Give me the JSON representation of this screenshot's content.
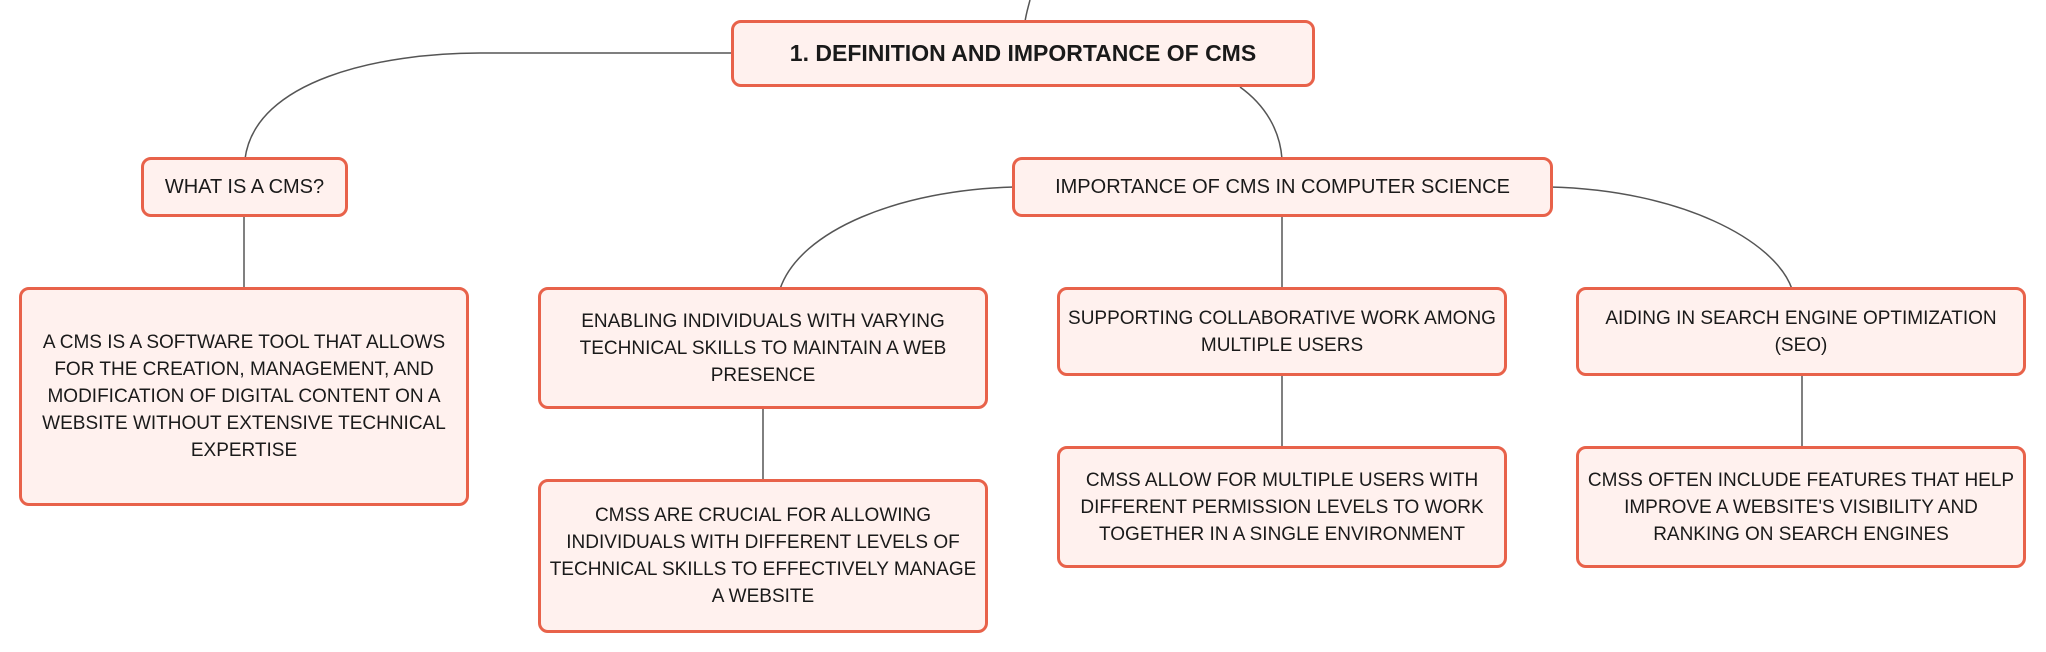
{
  "colors": {
    "accent": "#e8624a",
    "node_fill": "#fff1ee",
    "connector": "#555555"
  },
  "mindmap": {
    "root": "1. DEFINITION AND IMPORTANCE OF CMS",
    "what_is": {
      "title": "WHAT IS A CMS?",
      "detail": "A CMS IS A SOFTWARE TOOL THAT ALLOWS FOR THE CREATION, MANAGEMENT, AND MODIFICATION OF DIGITAL CONTENT ON A WEBSITE WITHOUT EXTENSIVE TECHNICAL EXPERTISE"
    },
    "importance": {
      "title": "IMPORTANCE OF CMS IN COMPUTER SCIENCE",
      "children": [
        {
          "title": "ENABLING INDIVIDUALS WITH VARYING TECHNICAL SKILLS TO MAINTAIN A WEB PRESENCE",
          "detail": "CMSS ARE CRUCIAL FOR ALLOWING INDIVIDUALS WITH DIFFERENT LEVELS OF TECHNICAL SKILLS TO EFFECTIVELY MANAGE A WEBSITE"
        },
        {
          "title": "SUPPORTING COLLABORATIVE WORK AMONG MULTIPLE USERS",
          "detail": "CMSS ALLOW FOR MULTIPLE USERS WITH DIFFERENT PERMISSION LEVELS TO WORK TOGETHER IN A SINGLE ENVIRONMENT"
        },
        {
          "title": "AIDING IN SEARCH ENGINE OPTIMIZATION (SEO)",
          "detail": "CMSS OFTEN INCLUDE FEATURES THAT HELP IMPROVE A WEBSITE'S VISIBILITY AND RANKING ON SEARCH ENGINES"
        }
      ]
    }
  }
}
